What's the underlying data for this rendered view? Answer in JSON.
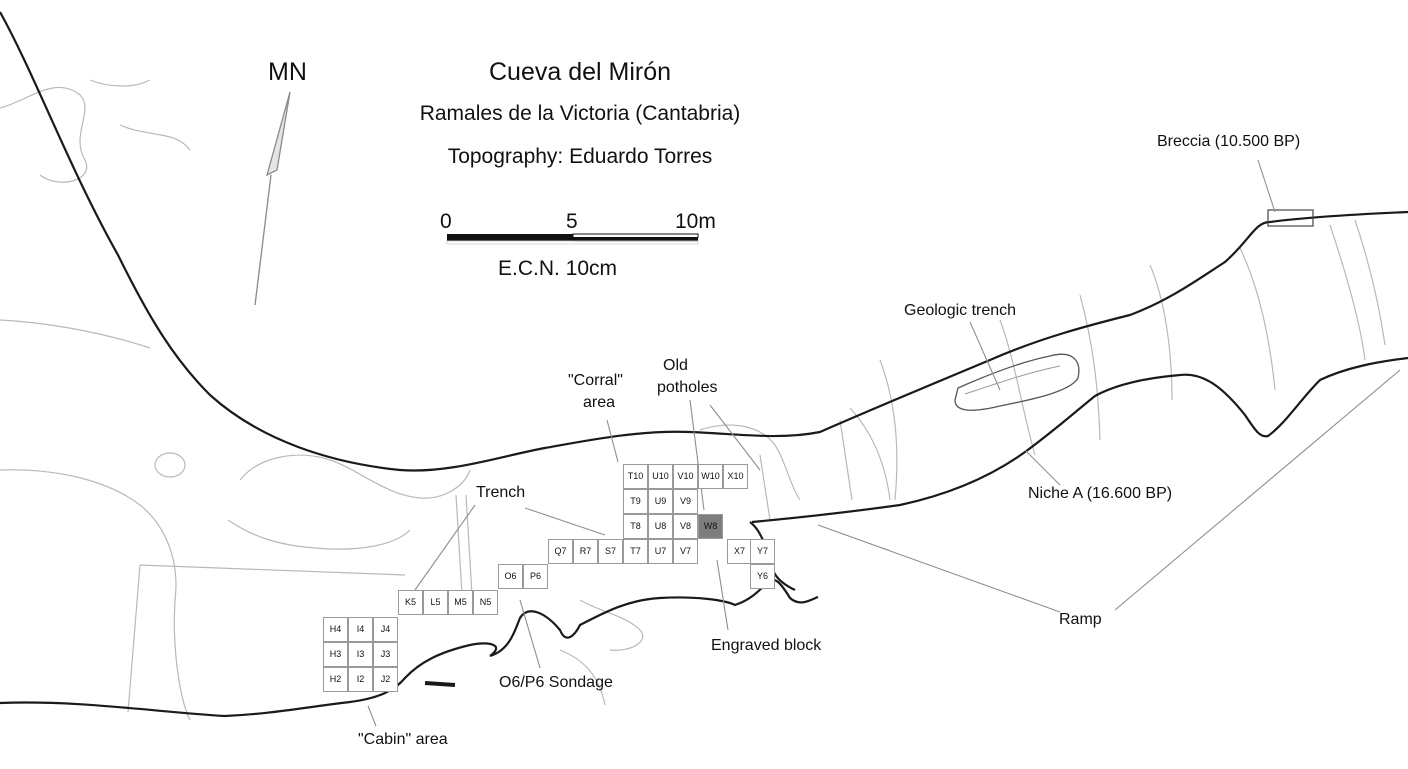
{
  "map": {
    "title": "Cueva del Mirón",
    "subtitle": "Ramales de la Victoria (Cantabria)",
    "credit": "Topography: Eduardo Torres",
    "north_label": "MN",
    "scale": {
      "tick_0": "0",
      "tick_5": "5",
      "tick_10": "10m",
      "caption": "E.C.N. 10cm"
    },
    "labels": {
      "breccia": "Breccia (10.500 BP)",
      "geologic_trench": "Geologic trench",
      "corral_line1": "\"Corral\"",
      "corral_line2": "area",
      "potholes_line1": "Old",
      "potholes_line2": "potholes",
      "trench": "Trench",
      "niche_a": "Niche A (16.600 BP)",
      "ramp": "Ramp",
      "engraved_block": "Engraved block",
      "sondage": "O6/P6 Sondage",
      "cabin": "\"Cabin\" area"
    },
    "grid": {
      "r10": [
        "T10",
        "U10",
        "V10",
        "W10",
        "X10"
      ],
      "r9": [
        "T9",
        "U9",
        "V9"
      ],
      "r8": [
        "T8",
        "U8",
        "V8",
        "W8"
      ],
      "r7": [
        "Q7",
        "R7",
        "S7",
        "T7",
        "U7",
        "V7",
        "X7",
        "Y7"
      ],
      "r6": [
        "O6",
        "P6",
        "Y6"
      ],
      "r5": [
        "K5",
        "L5",
        "M5",
        "N5"
      ],
      "r4": [
        "H4",
        "I4",
        "J4"
      ],
      "r3": [
        "H3",
        "I3",
        "J3"
      ],
      "r2": [
        "H2",
        "I2",
        "J2"
      ]
    },
    "colors": {
      "wall": "#1a1a1a",
      "contour": "#b4b4b4",
      "grid_line": "#9a9a9a",
      "engraved_block": "#7d7d7d"
    }
  }
}
